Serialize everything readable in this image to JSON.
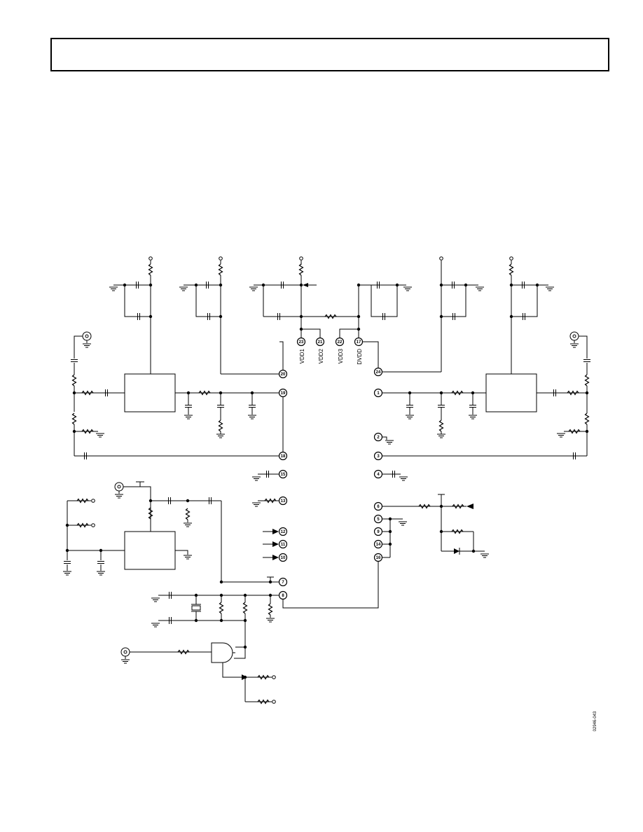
{
  "pins": {
    "p1": "1",
    "p2": "2",
    "p3": "3",
    "p4": "4",
    "p5": "5",
    "p6": "6",
    "p7": "7",
    "p8": "8",
    "p9": "9",
    "p10": "10",
    "p11": "11",
    "p12": "12",
    "p13": "13",
    "p14": "14",
    "p15": "15",
    "p16": "16",
    "p17": "17",
    "p18": "18",
    "p19": "19",
    "p20": "20",
    "p21": "21",
    "p22": "22",
    "p23": "23",
    "p24": "24"
  },
  "supply_labels": {
    "vdd1": "VDD1",
    "vdd2": "VDD2",
    "vdd3": "VDD3",
    "dvdd": "DVDD"
  },
  "figure_number": "02946-043"
}
